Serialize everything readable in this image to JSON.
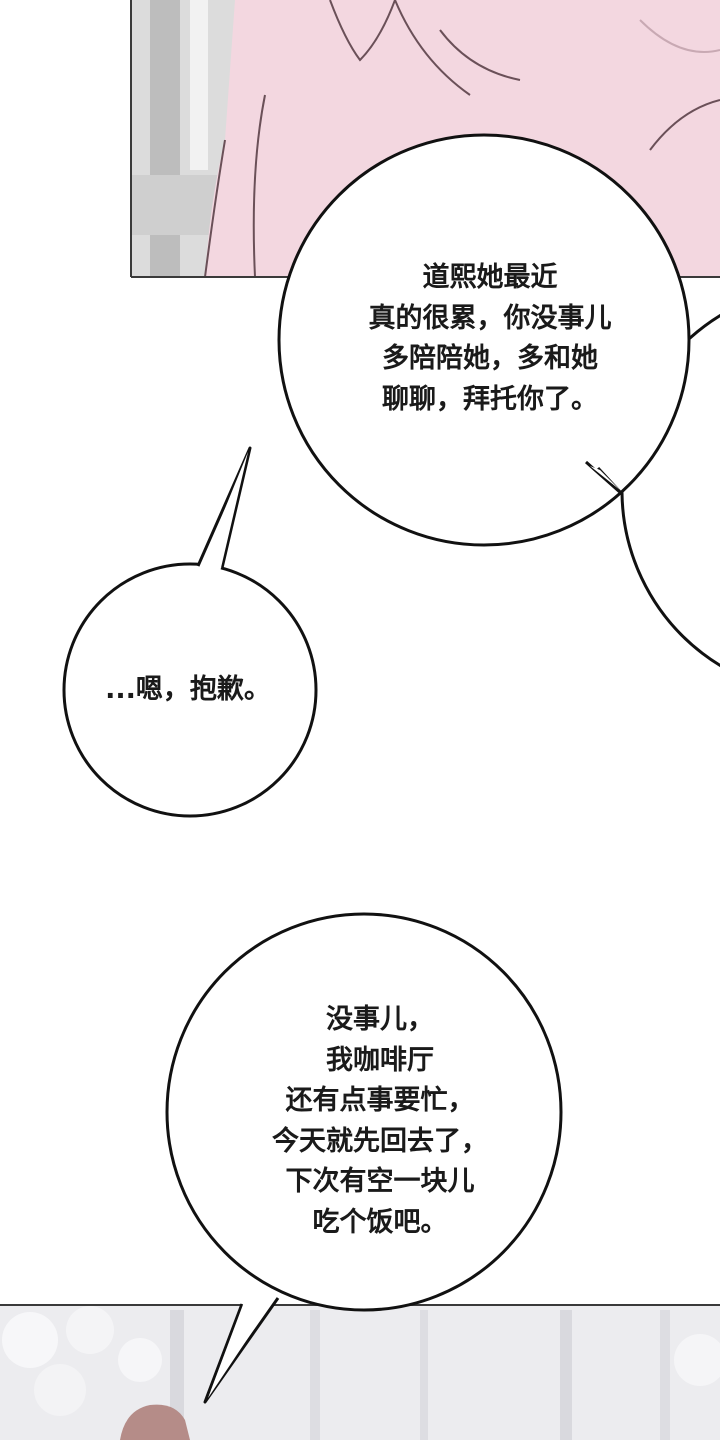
{
  "panels": {
    "top_panel": {
      "description_colors": {
        "shirt": "#f3d7e0",
        "frame": "#3a3a3a",
        "wall": "#c9c9c9"
      }
    },
    "bottom_panel": {
      "description_colors": {
        "background": "#ececef",
        "pillar": "#d9d9de"
      }
    }
  },
  "bubbles": [
    {
      "lines": [
        "道熙她最近",
        "真的很累，你没事儿",
        "多陪陪她，多和她",
        "聊聊，拜托你了。"
      ]
    },
    {
      "lines": [
        "...嗯，抱歉。"
      ]
    },
    {
      "lines": [
        "没事儿，",
        "我咖啡厅",
        "还有点事要忙，",
        "今天就先回去了，",
        "下次有空一块儿",
        "吃个饭吧。"
      ]
    }
  ]
}
